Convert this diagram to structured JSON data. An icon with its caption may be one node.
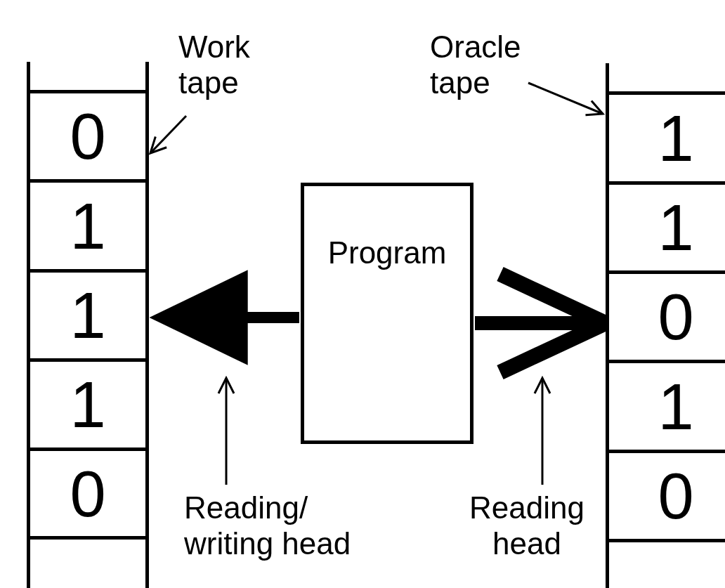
{
  "diagram": {
    "nodes": [
      {
        "text": [],
        "shape": "box"
      },
      {
        "text": [
          "0"
        ],
        "in": 0
      },
      {
        "text": [
          "1"
        ],
        "in": 0
      },
      {
        "text": [
          "1"
        ],
        "in": 0
      },
      {
        "text": [
          "1"
        ],
        "in": 0
      },
      {
        "text": [
          "0"
        ],
        "in": 0
      },
      {
        "text": [],
        "shape": "box",
        "in": 0
      },
      {
        "text": [],
        "shape": "box"
      },
      {
        "text": [
          "1"
        ],
        "in": 7
      },
      {
        "text": [
          "1"
        ],
        "in": 7
      },
      {
        "text": [
          "0"
        ],
        "in": 7
      },
      {
        "text": [
          "1"
        ],
        "in": 7
      },
      {
        "text": [
          "0"
        ],
        "in": 7
      },
      {
        "text": [],
        "shape": "box",
        "in": 7
      },
      {
        "text": [
          "Program"
        ]
      },
      {
        "text": [
          "Work tape"
        ]
      },
      {
        "text": [
          "Oracle tape"
        ]
      },
      {
        "text": [
          "Reading/ writing head"
        ]
      },
      {
        "text": [
          "Reading head"
        ]
      }
    ],
    "edges": [
      {
        "from": 15,
        "to": 0,
        "arrow": "to"
      },
      {
        "from": 16,
        "to": 7,
        "arrow": "to"
      },
      {
        "from": 14,
        "to": 0,
        "arrow": "to",
        "style": "thick"
      },
      {
        "from": 14,
        "to": 7,
        "arrow": "to",
        "style": "thick"
      },
      {
        "from": 17,
        "to": null,
        "arrow": "to"
      },
      {
        "from": 18,
        "to": null,
        "arrow": "to"
      }
    ]
  }
}
